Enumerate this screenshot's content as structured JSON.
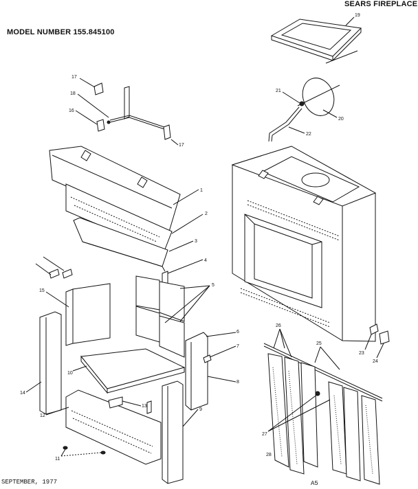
{
  "header": {
    "brand": "SEARS FIREPLACE",
    "model": "MODEL NUMBER 155.845100"
  },
  "footer": {
    "date": "SEPTEMBER, 1977",
    "page": "A5"
  },
  "callouts": [
    "1",
    "2",
    "3",
    "4",
    "5",
    "6",
    "7",
    "8",
    "9",
    "10",
    "11",
    "12",
    "13",
    "14",
    "15",
    "16",
    "17",
    "17",
    "18",
    "19",
    "20",
    "21",
    "22",
    "23",
    "24",
    "25",
    "26",
    "27",
    "28"
  ],
  "colors": {
    "ink": "#111111",
    "paper": "#ffffff"
  }
}
